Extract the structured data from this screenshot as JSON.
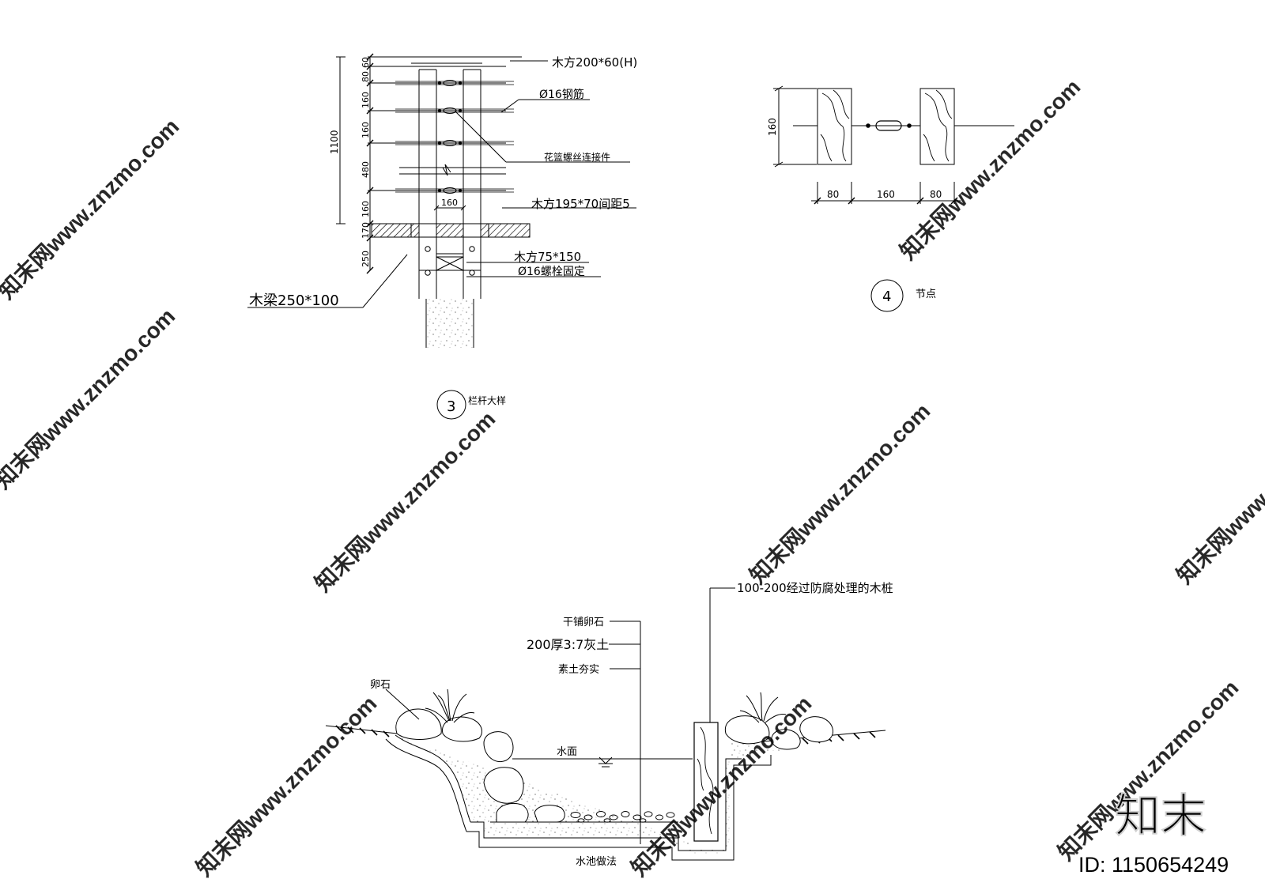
{
  "railing": {
    "labels": {
      "top_timber": "木方200*60(H)",
      "rebar": "Ø16钢筋",
      "turnbuckle": "花篮螺丝连接件",
      "deck_timber": "木方195*70间距5",
      "post_timber": "木方75*150",
      "bolt": "Ø16螺栓固定",
      "beam": "木梁250*100"
    },
    "dims": {
      "total": "1100",
      "d60": "60",
      "d80": "80",
      "d160a": "160",
      "d160b": "160",
      "d480": "480",
      "d160c": "160",
      "d170": "170",
      "d250": "250",
      "width": "160"
    },
    "title_num": "3",
    "title": "栏杆大样"
  },
  "node": {
    "dims": {
      "height": "160",
      "left": "80",
      "mid": "160",
      "right": "80"
    },
    "title_num": "4",
    "title": "节点"
  },
  "pond": {
    "labels": {
      "pile": "100-200经过防腐处理的木桩",
      "gravel": "干铺卵石",
      "lime": "200厚3:7灰土",
      "soil": "素土夯实",
      "pebble": "卵石",
      "water": "水面"
    },
    "title": "水池做法"
  },
  "watermark": {
    "site": "知末网www.znzmo.com",
    "brand": "知末",
    "id": "ID: 1150654249"
  }
}
